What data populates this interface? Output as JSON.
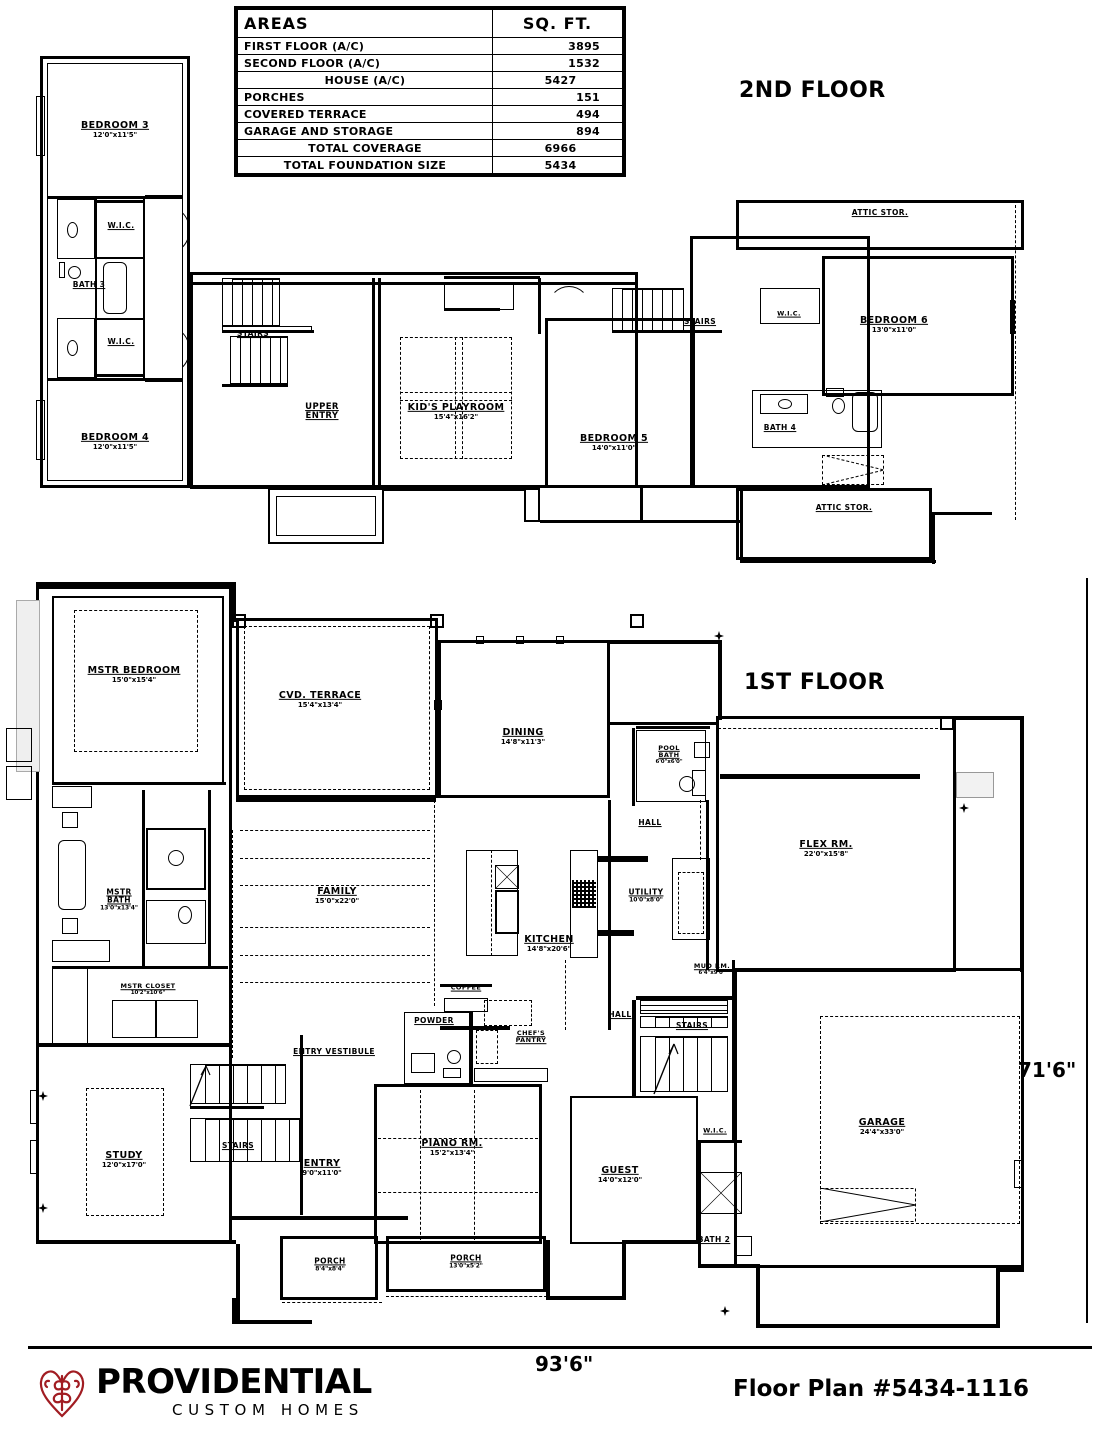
{
  "document": {
    "plan_number_label": "Floor Plan #5434-1116",
    "brand_name": "PROVIDENTIAL",
    "brand_tagline": "CUSTOM HOMES",
    "brand_mark_icon": "fleur-heart-icon",
    "brand_color": "#a11c22"
  },
  "areas_table": {
    "header": {
      "areas": "AREAS",
      "sqft": "SQ. FT."
    },
    "rows": [
      {
        "label": "FIRST FLOOR (A/C)",
        "value": "3895",
        "align": "left",
        "value_align": "right"
      },
      {
        "label": "SECOND FLOOR (A/C)",
        "value": "1532",
        "align": "left",
        "value_align": "right"
      },
      {
        "label": "HOUSE (A/C)",
        "value": "5427",
        "align": "center",
        "value_align": "center"
      },
      {
        "label": "PORCHES",
        "value": "151",
        "align": "left",
        "value_align": "right"
      },
      {
        "label": "COVERED TERRACE",
        "value": "494",
        "align": "left",
        "value_align": "right"
      },
      {
        "label": "GARAGE AND STORAGE",
        "value": "894",
        "align": "left",
        "value_align": "right"
      },
      {
        "label": "TOTAL COVERAGE",
        "value": "6966",
        "align": "center",
        "value_align": "center"
      },
      {
        "label": "TOTAL FOUNDATION SIZE",
        "value": "5434",
        "align": "center",
        "value_align": "center"
      }
    ]
  },
  "titles": {
    "second_floor": "2ND FLOOR",
    "first_floor": "1ST FLOOR"
  },
  "dimensions": {
    "overall_width": "93'6\"",
    "overall_depth": "71'6\""
  },
  "second_floor_rooms": [
    {
      "name": "BEDROOM 3",
      "dim": "12'0\"x11'5\""
    },
    {
      "name": "W.I.C.",
      "dim": ""
    },
    {
      "name": "BATH 3",
      "dim": ""
    },
    {
      "name": "W.I.C.",
      "dim": ""
    },
    {
      "name": "BEDROOM 4",
      "dim": "12'0\"x11'5\""
    },
    {
      "name": "STAIRS",
      "dim": ""
    },
    {
      "name": "UPPER ENTRY",
      "dim": ""
    },
    {
      "name": "KID'S PLAYROOM",
      "dim": "15'4\"x16'2\""
    },
    {
      "name": "BEDROOM 5",
      "dim": "14'0\"x11'0\""
    },
    {
      "name": "STAIRS",
      "dim": ""
    },
    {
      "name": "W.I.C.",
      "dim": ""
    },
    {
      "name": "BEDROOM 6",
      "dim": "13'0\"x11'0\""
    },
    {
      "name": "BATH 4",
      "dim": ""
    },
    {
      "name": "ATTIC STOR.",
      "dim": ""
    },
    {
      "name": "ATTIC STOR.",
      "dim": ""
    }
  ],
  "first_floor_rooms": [
    {
      "name": "MSTR BEDROOM",
      "dim": "15'0\"x15'4\""
    },
    {
      "name": "CVD. TERRACE",
      "dim": "15'4\"x13'4\""
    },
    {
      "name": "DINING",
      "dim": "14'8\"x11'3\""
    },
    {
      "name": "POOL BATH",
      "dim": "6'0\"x6'0\""
    },
    {
      "name": "FLEX RM.",
      "dim": "22'0\"x15'8\""
    },
    {
      "name": "HALL",
      "dim": ""
    },
    {
      "name": "MSTR BATH",
      "dim": "13'0\"x13'4\""
    },
    {
      "name": "FAMILY",
      "dim": "15'0\"x22'0\""
    },
    {
      "name": "KITCHEN",
      "dim": "14'8\"x20'6\""
    },
    {
      "name": "UTILITY",
      "dim": "10'0\"x8'0\""
    },
    {
      "name": "MSTR CLOSET",
      "dim": "10'2\"x10'6\""
    },
    {
      "name": "COFFEE",
      "dim": ""
    },
    {
      "name": "CHEF'S PANTRY",
      "dim": ""
    },
    {
      "name": "MUD RM.",
      "dim": "6'4\"x9'0\""
    },
    {
      "name": "ENTRY VESTIBULE",
      "dim": ""
    },
    {
      "name": "POWDER",
      "dim": ""
    },
    {
      "name": "HALL",
      "dim": ""
    },
    {
      "name": "STAIRS",
      "dim": ""
    },
    {
      "name": "STUDY",
      "dim": "12'0\"x17'0\""
    },
    {
      "name": "STAIRS",
      "dim": ""
    },
    {
      "name": "ENTRY",
      "dim": "9'0\"x11'0\""
    },
    {
      "name": "PIANO RM.",
      "dim": "15'2\"x13'4\""
    },
    {
      "name": "GUEST",
      "dim": "14'0\"x12'0\""
    },
    {
      "name": "W.I.C.",
      "dim": ""
    },
    {
      "name": "GARAGE",
      "dim": "24'4\"x33'0\""
    },
    {
      "name": "BATH 2",
      "dim": ""
    },
    {
      "name": "PORCH",
      "dim": "8'4\"x8'4\""
    },
    {
      "name": "PORCH",
      "dim": "13'0\"x5'2\""
    }
  ]
}
